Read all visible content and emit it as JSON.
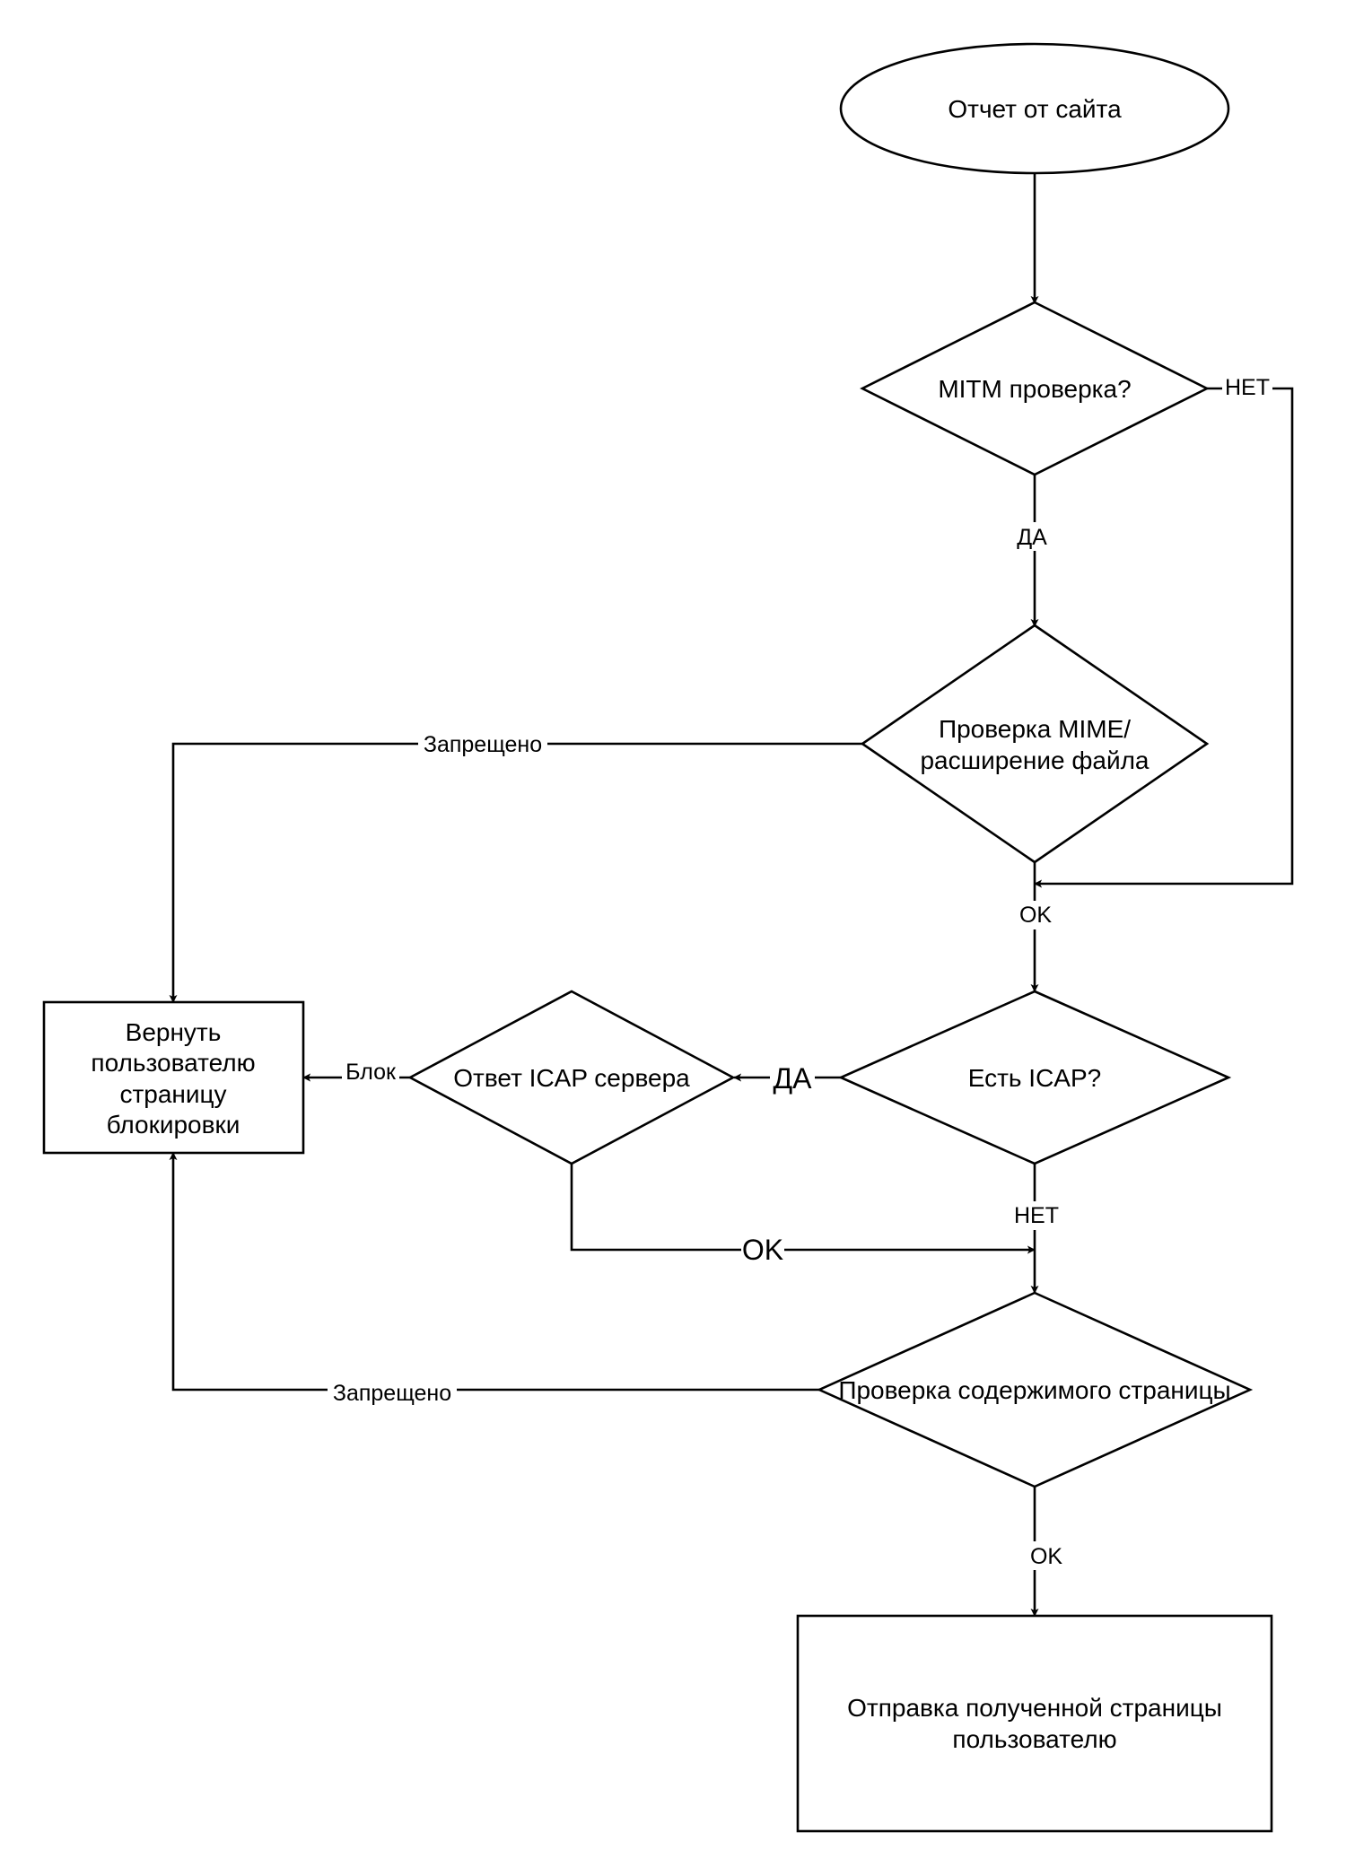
{
  "nodes": {
    "start": "Отчет от сайта",
    "mitm": "MITM проверка?",
    "mime_line1": "Проверка MIME/",
    "mime_line2": "расширение файла",
    "has_icap": "Есть ICAP?",
    "icap_response": "Ответ ICAP сервера",
    "block_line1": "Вернуть",
    "block_line2": "пользователю",
    "block_line3": "страницу",
    "block_line4": "блокировки",
    "content_check": "Проверка содержимого страницы",
    "send_line1": "Отправка полученной страницы",
    "send_line2": "пользователю"
  },
  "edges": {
    "mitm_no": "НЕТ",
    "mitm_yes": "ДА",
    "mime_forbidden": "Запрещено",
    "mime_ok": "OK",
    "icap_yes": "ДА",
    "icap_no": "НЕТ",
    "icap_block": "Блок",
    "icap_ok": "OK",
    "content_forbidden": "Запрещено",
    "content_ok": "OK"
  }
}
